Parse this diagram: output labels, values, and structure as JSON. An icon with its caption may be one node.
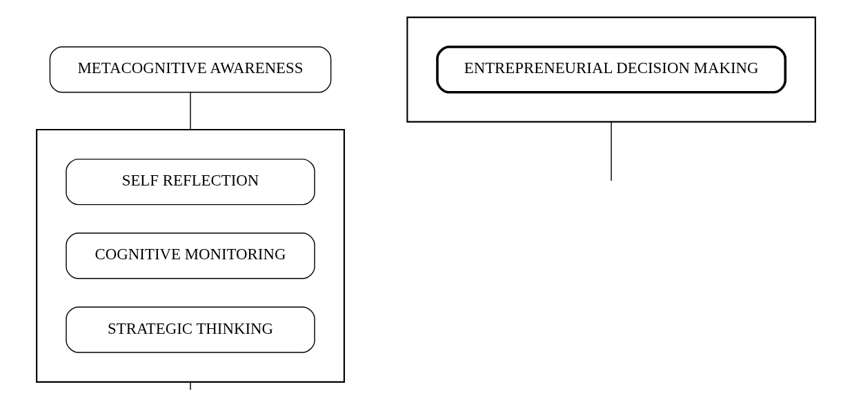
{
  "diagram": {
    "nodes": [
      {
        "text": [
          "METACOGNITIVE AWARENESS"
        ]
      },
      {
        "text": [],
        "shape": "box"
      },
      {
        "text": [
          "SELF REFLECTION"
        ],
        "in": 1
      },
      {
        "text": [
          "COGNITIVE MONITORING"
        ],
        "in": 1
      },
      {
        "text": [
          "STRATEGIC THINKING"
        ],
        "in": 1
      },
      {
        "text": [],
        "shape": "box"
      },
      {
        "text": [
          "ENTREPRENEURIAL DECISION MAKING"
        ],
        "in": 5
      }
    ],
    "edges": [
      {
        "from": 0,
        "to": 1,
        "arrow": "none"
      },
      {
        "from": 1,
        "to": null,
        "arrow": "none"
      },
      {
        "from": 5,
        "to": null,
        "arrow": "none"
      }
    ]
  }
}
